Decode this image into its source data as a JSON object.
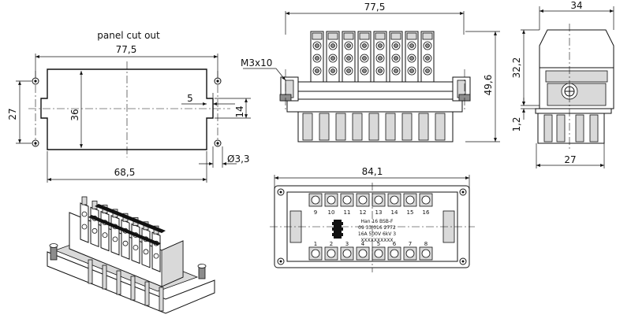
{
  "panel": {
    "title": "panel cut out",
    "dim_width_top": "77,5",
    "dim_width_bottom": "68,5",
    "dim_height_outer": "27",
    "dim_height_inner": "36",
    "dim_notch_depth": "5",
    "dim_notch_height": "14",
    "dim_hole": "Ø3,3"
  },
  "front_view": {
    "dim_width": "77,5",
    "dim_height": "49,6",
    "screw_label": "M3x10"
  },
  "side_view": {
    "dim_top_width": "34",
    "dim_height": "32,2",
    "dim_step": "1,2",
    "dim_bottom_width": "27"
  },
  "bottom_view": {
    "dim_width": "84,1",
    "top_numbers": [
      "9",
      "10",
      "11",
      "12",
      "13",
      "14",
      "15",
      "16"
    ],
    "bottom_numbers": [
      "1",
      "2",
      "3",
      "4",
      "5",
      "6",
      "7",
      "8"
    ],
    "label_lines": [
      "Han 16 BSB-F",
      "09 33 016 2772",
      "16A 500V 6kV 3",
      "XXXXXXXXXX"
    ]
  },
  "colors": {
    "ink": "#111111",
    "fill_grey": "#d9d9d9",
    "fill_dark": "#8c8c8c"
  }
}
